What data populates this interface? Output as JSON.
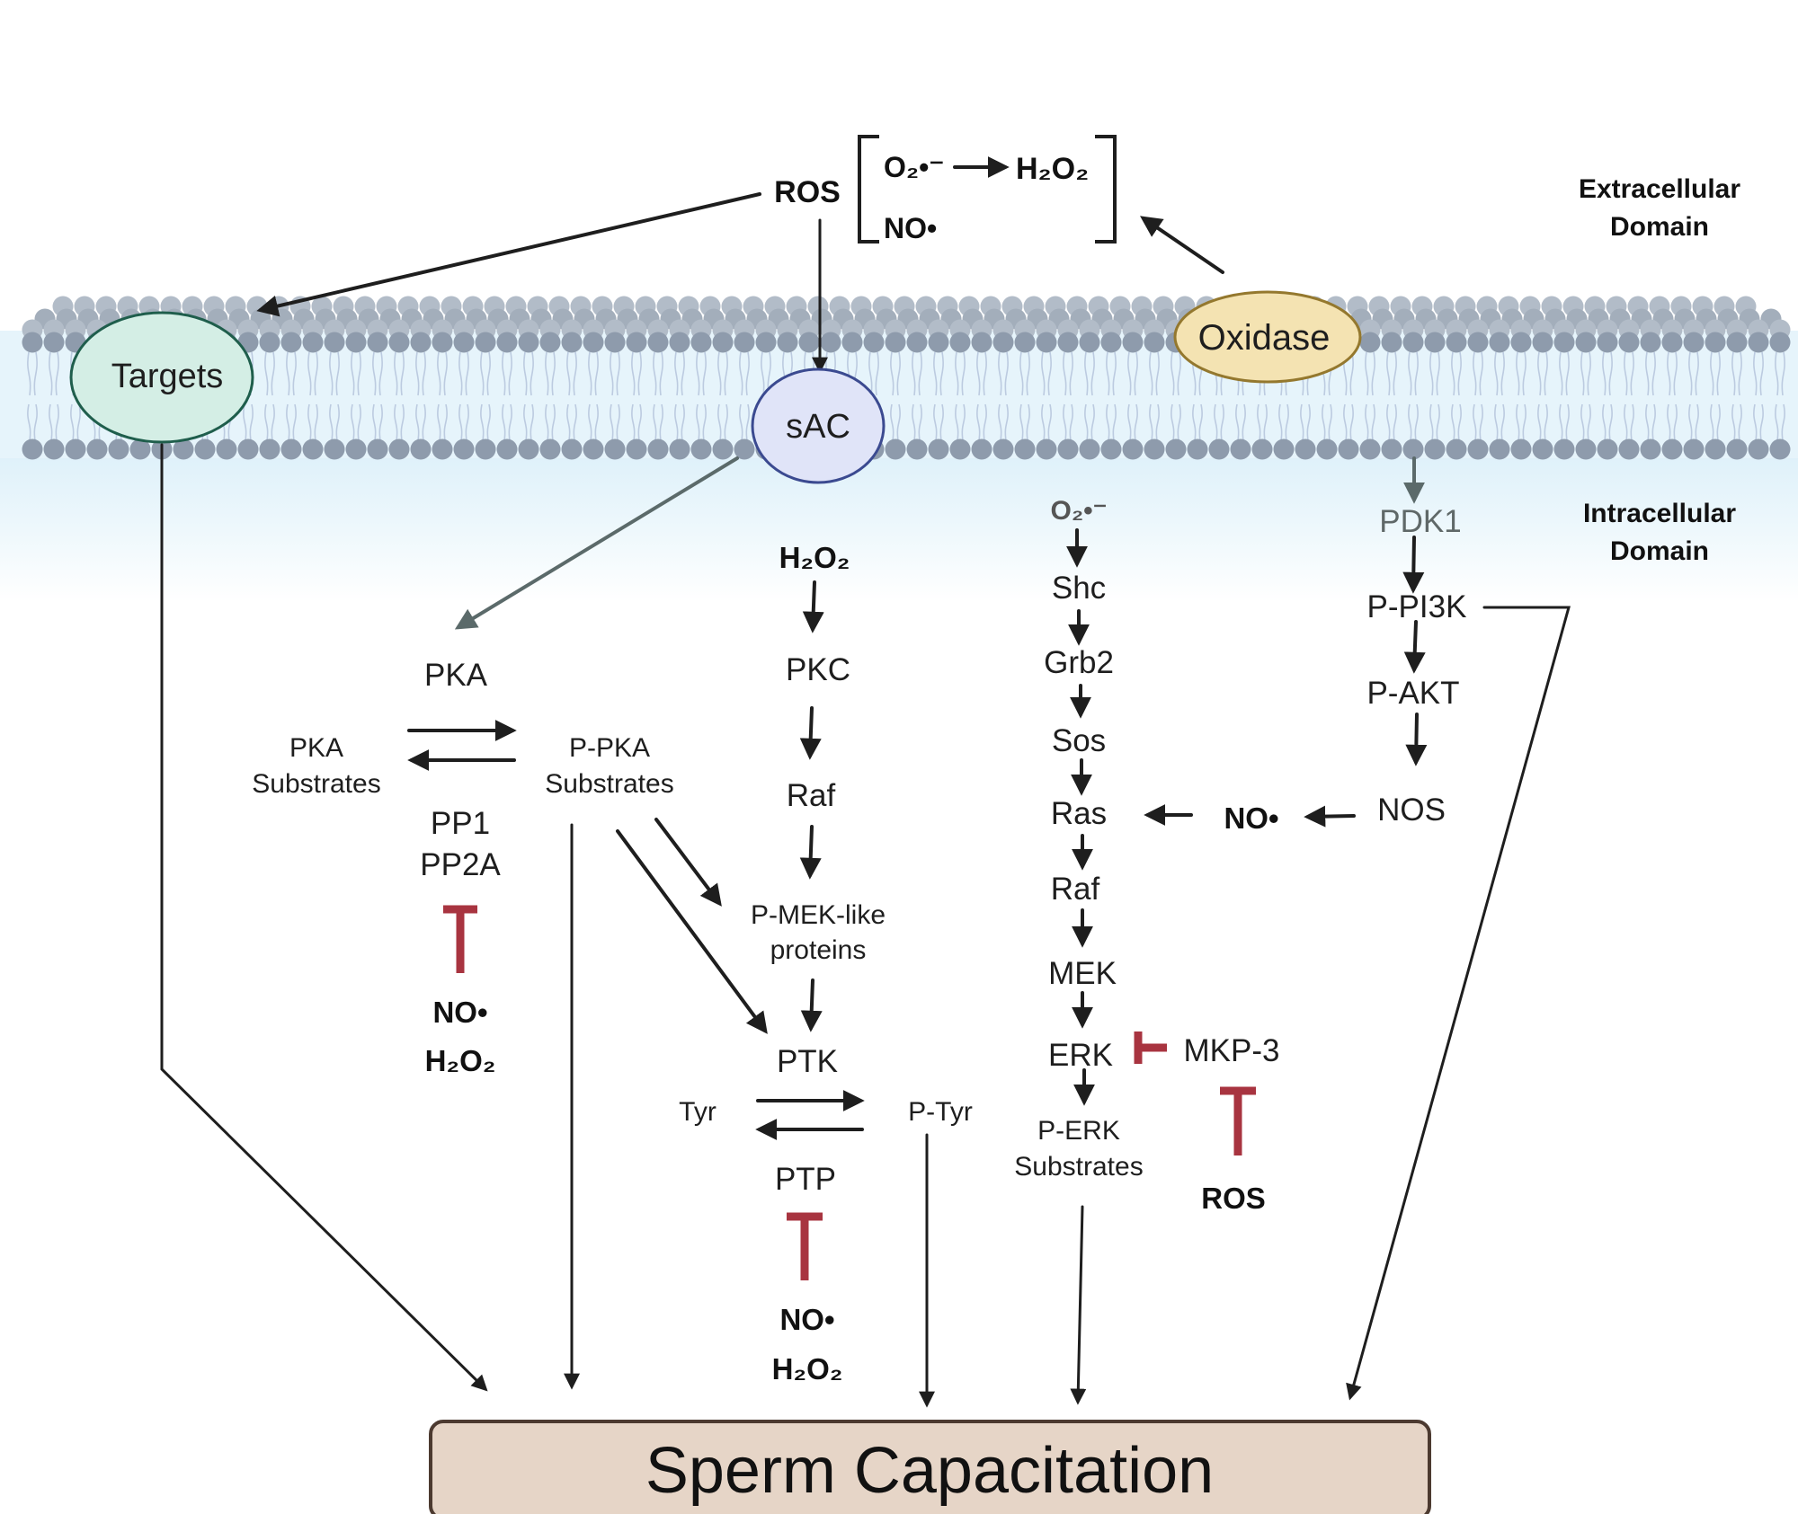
{
  "domains": {
    "extracellular": [
      "Extracellular",
      "Domain"
    ],
    "intracellular": [
      "Intracellular",
      "Domain"
    ]
  },
  "ros_box": {
    "ros": "ROS",
    "superoxide": "O₂•⁻",
    "h2o2": "H₂O₂",
    "no": "NO•"
  },
  "membrane_proteins": {
    "targets": "Targets",
    "sac": "sAC",
    "oxidase": "Oxidase"
  },
  "pka_branch": {
    "pka": "PKA",
    "pka_substrates": [
      "PKA",
      "Substrates"
    ],
    "p_pka_substrates": [
      "P-PKA",
      "Substrates"
    ],
    "phosphatases": [
      "PP1",
      "PP2A"
    ],
    "inhibitors": [
      "NO•",
      "H₂O₂"
    ]
  },
  "pkc_branch": {
    "h2o2": "H₂O₂",
    "pkc": "PKC",
    "raf": "Raf",
    "p_mek_like": [
      "P-MEK-like",
      "proteins"
    ],
    "ptk": "PTK",
    "tyr": "Tyr",
    "p_tyr": "P-Tyr",
    "ptp": "PTP",
    "inhibitors": [
      "NO•",
      "H₂O₂"
    ]
  },
  "erk_branch": {
    "superoxide": "O₂•⁻",
    "steps": [
      "Shc",
      "Grb2",
      "Sos",
      "Ras",
      "Raf",
      "MEK",
      "ERK"
    ],
    "p_erk_substrates": [
      "P-ERK",
      "Substrates"
    ],
    "mkp3": "MKP-3",
    "ros": "ROS",
    "no": "NO•"
  },
  "pi3k_branch": {
    "pdk1": "PDK1",
    "p_pi3k": "P-PI3K",
    "p_akt": "P-AKT",
    "nos": "NOS"
  },
  "outcome": "Sperm Capacitation",
  "colors": {
    "membrane_head": "#8e9bac",
    "membrane_head_light": "#b2bcc8",
    "membrane_tail": "#bccbe0",
    "membrane_bg": "#e6f4fb",
    "targets_fill": "#d4eee5",
    "targets_stroke": "#1f5e4c",
    "sac_fill": "#e0e4f8",
    "sac_stroke": "#3b4a90",
    "oxidase_fill": "#f4e3b2",
    "oxidase_stroke": "#94782e",
    "inhibit": "#a83440",
    "outcome_fill": "#e6d5c7",
    "outcome_stroke": "#4c3a30",
    "arrow": "#1e1e1e",
    "arrow_grey": "#5b6a6a"
  }
}
